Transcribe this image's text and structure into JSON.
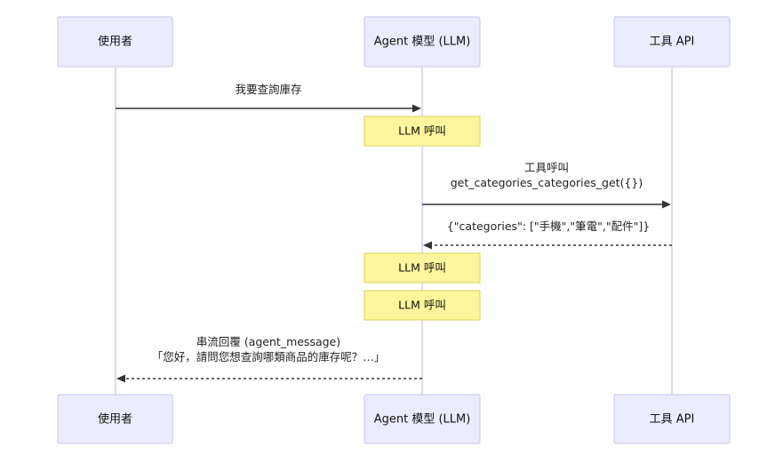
{
  "actors": {
    "user": "使用者",
    "agent": "Agent 模型 (LLM)",
    "tools": "工具 API"
  },
  "messages": {
    "query": "我要查詢庫存",
    "tool_call_title": "工具呼叫",
    "tool_call_fn": "get_categories_categories_get({})",
    "tool_result": "{\"categories\": [\"手機\",\"筆電\",\"配件\"]}",
    "stream_title": "串流回覆 (agent_message)",
    "stream_text": "「您好，請問您想查詢哪類商品的庫存呢？…」"
  },
  "notes": {
    "llm_call_1": "LLM 呼叫",
    "llm_call_2": "LLM 呼叫",
    "llm_call_3": "LLM 呼叫"
  },
  "colors": {
    "actor_fill": "#ECECFF",
    "actor_border": "#C9C3F0",
    "lifeline": "#D7C8F2",
    "note_fill": "#FFF59D",
    "note_border": "#D8D35A"
  }
}
